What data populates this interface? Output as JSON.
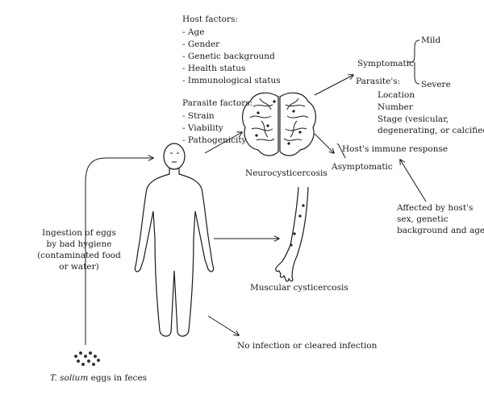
{
  "host_factors": {
    "title": "Host factors:",
    "items": [
      "- Age",
      "- Gender",
      "- Genetic background",
      "- Health status",
      "- Immunological status"
    ]
  },
  "parasite_factors": {
    "title": "Parasite factors:",
    "items": [
      "- Strain",
      "- Viability",
      "- Pathogenicity"
    ]
  },
  "neuro": {
    "label": "Neurocysticercosis"
  },
  "symptomatic": {
    "label": "Symptomatic",
    "mild": "Mild",
    "severe": "Severe"
  },
  "parasites": {
    "title": "Parasite's:",
    "items": [
      "Location",
      "Number",
      "Stage (vesicular,",
      "degenerating, or calcified)"
    ]
  },
  "immune": {
    "label": "Host's immune response"
  },
  "asymptomatic": {
    "label": "Asymptomatic"
  },
  "affected": {
    "lines": [
      "Affected by host's",
      "sex, genetic",
      "background and age"
    ]
  },
  "ingestion": {
    "lines": [
      "Ingestion of eggs",
      "by bad hygiene",
      "(contaminated food",
      "or water)"
    ]
  },
  "muscular": {
    "label": "Muscular cysticercosis"
  },
  "no_infection": {
    "label": "No infection or cleared infection"
  },
  "eggs": {
    "species": "T. solium",
    "rest": " eggs in feces"
  }
}
